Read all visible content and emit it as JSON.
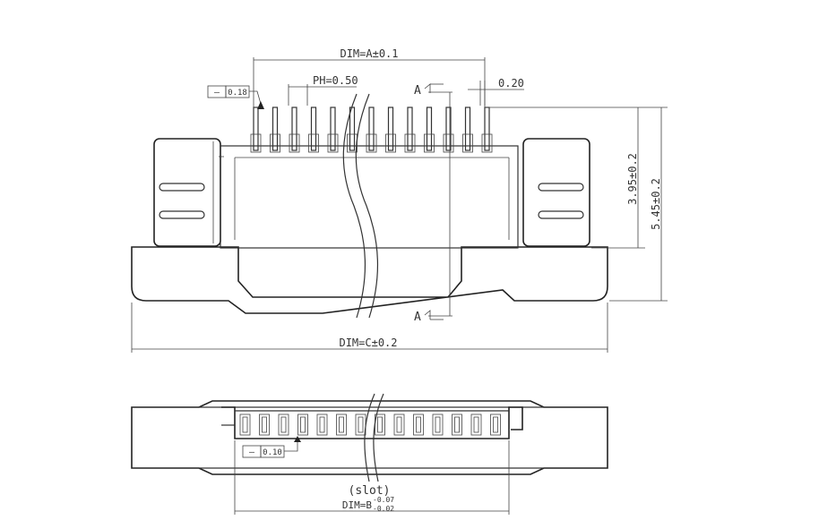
{
  "front_view": {
    "dim_a": "DIM=A±0.1",
    "pitch": "PH=0.50",
    "pin_width": "0.20",
    "flatness": {
      "symbol": "—",
      "value": "0.18"
    },
    "section_top": "A",
    "section_bottom": "A",
    "height_inner": "3.95±0.2",
    "height_total": "5.45±0.2",
    "dim_c": "DIM=C±0.2"
  },
  "bottom_view": {
    "flatness": {
      "symbol": "—",
      "value": "0.10"
    },
    "slot": "(slot)",
    "dim_b_main": "DIM=B",
    "dim_b_upper": "-0.07",
    "dim_b_lower": "-0.02"
  }
}
